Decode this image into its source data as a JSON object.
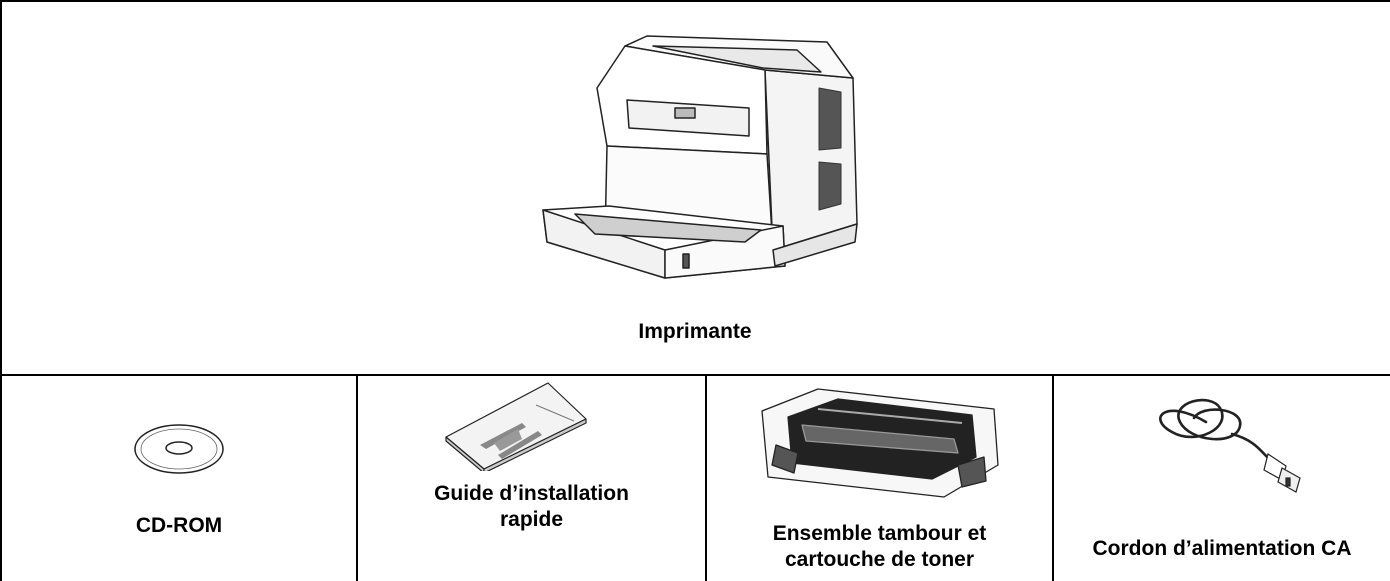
{
  "top": {
    "label": "Imprimante"
  },
  "items": [
    {
      "label": "CD-ROM"
    },
    {
      "label_lines": [
        "Guide d’installation",
        "rapide"
      ]
    },
    {
      "label_lines": [
        "Ensemble tambour et",
        "cartouche de toner"
      ]
    },
    {
      "label": "Cordon d’alimentation CA"
    }
  ]
}
